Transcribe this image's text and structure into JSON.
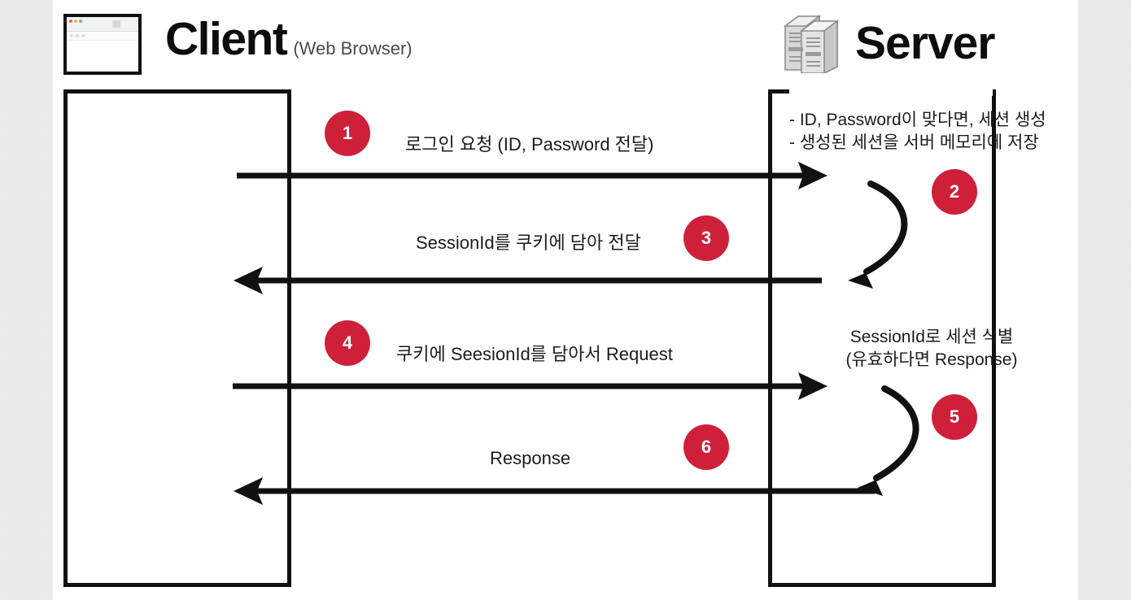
{
  "canvas": {
    "background_color": "#ffffff",
    "outer_background_color": "#ececec"
  },
  "theme": {
    "badge_color": "#cf203a",
    "badge_text_color": "#ffffff",
    "line_color": "#111111",
    "text_color": "#1b1b1b"
  },
  "header": {
    "client": {
      "title": "Client",
      "subtitle": "(Web Browser)",
      "icon": "browser-window-icon"
    },
    "server": {
      "title": "Server",
      "icon": "server-rack-icon"
    }
  },
  "diagram": {
    "type": "sequence-diagram",
    "participants": [
      "Client",
      "Server"
    ],
    "steps": [
      {
        "number": "1",
        "label": "로그인 요청 (ID, Password 전달)",
        "direction": "client-to-server"
      },
      {
        "number": "2",
        "label": "",
        "direction": "server-self",
        "notes": [
          "- ID, Password이 맞다면, 세션 생성",
          "- 생성된 세션을 서버 메모리에 저장"
        ]
      },
      {
        "number": "3",
        "label": "SessionId를 쿠키에 담아 전달",
        "direction": "server-to-client"
      },
      {
        "number": "4",
        "label": "쿠키에 SeesionId를 담아서 Request",
        "direction": "client-to-server"
      },
      {
        "number": "5",
        "label": "",
        "direction": "server-self",
        "notes": [
          "SessionId로 세션 식별",
          "(유효하다면 Response)"
        ]
      },
      {
        "number": "6",
        "label": "Response",
        "direction": "server-to-client"
      }
    ]
  }
}
